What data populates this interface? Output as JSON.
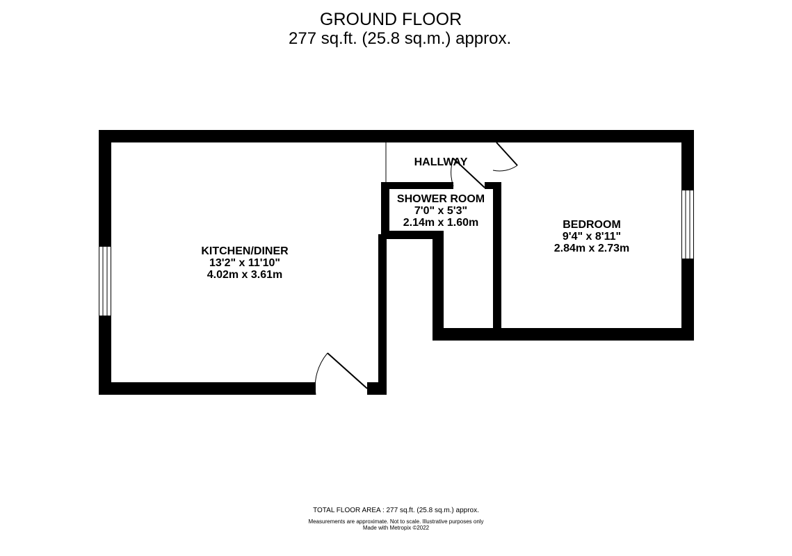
{
  "floor": {
    "name": "GROUND FLOOR",
    "area": "277 sq.ft. (25.8 sq.m.) approx."
  },
  "rooms": {
    "kitchen": {
      "name": "KITCHEN/DINER",
      "imperial": "13'2\"  x 11'10\"",
      "metric": "4.02m  x 3.61m"
    },
    "hallway": {
      "name": "HALLWAY"
    },
    "shower": {
      "name": "SHOWER ROOM",
      "imperial": "7'0\"  x 5'3\"",
      "metric": "2.14m  x 1.60m"
    },
    "bedroom": {
      "name": "BEDROOM",
      "imperial": "9'4\"  x 8'11\"",
      "metric": "2.84m  x 2.73m"
    }
  },
  "footer": {
    "total": "TOTAL FLOOR AREA : 277 sq.ft. (25.8 sq.m.) approx.",
    "disclaimer": "Measurements are approximate.  Not to scale.  Illustrative purposes only",
    "credit": "Made with Metropix ©2022"
  }
}
